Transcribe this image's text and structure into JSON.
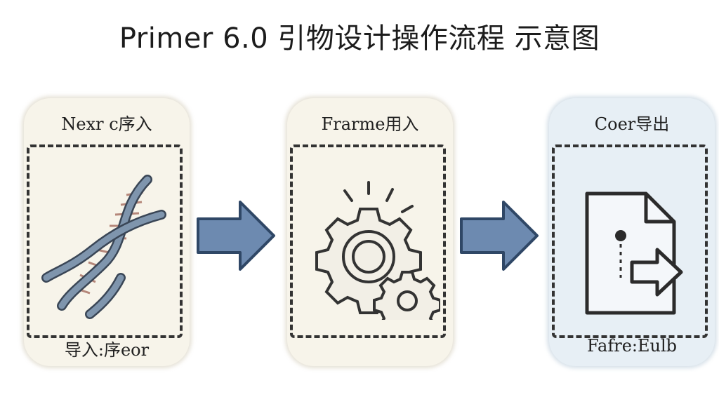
{
  "title": "Primer 6.0 引物设计操作流程 示意图",
  "steps": [
    {
      "header": "Nexr c序入",
      "footer": "导入:序eor",
      "icon": "dna-icon"
    },
    {
      "header": "Frarme用入",
      "footer": "",
      "icon": "gears-icon"
    },
    {
      "header": "Coer导出",
      "footer": "Fafre:Eulb",
      "icon": "file-export-icon"
    }
  ],
  "colors": {
    "arrow_fill": "#6d8ab0",
    "arrow_stroke": "#2f4766",
    "card_bg": "#f7f4ea",
    "card_bg_last": "#e7eff5",
    "dna_strand": "#7f95ad"
  }
}
